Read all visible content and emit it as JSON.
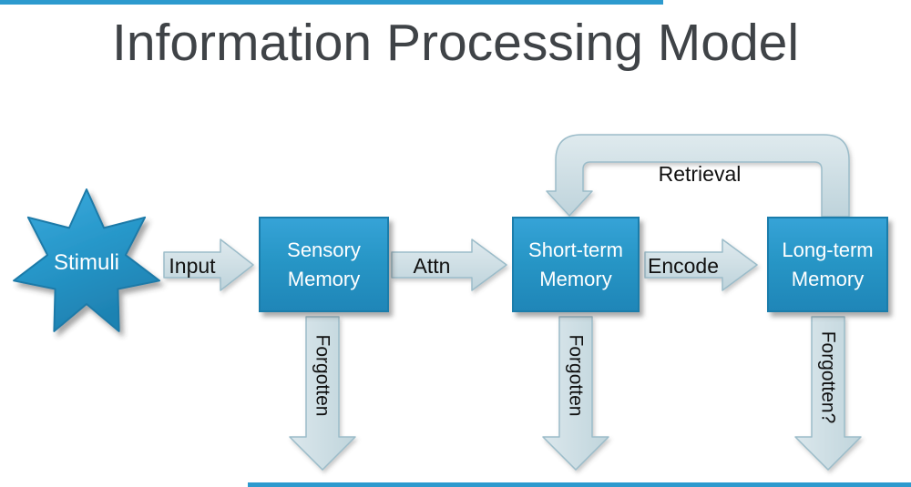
{
  "title": "Information Processing Model",
  "stages": {
    "stimuli": {
      "label": "Stimuli"
    },
    "sensory_memory": {
      "line1": "Sensory",
      "line2": "Memory"
    },
    "short_term_memory": {
      "line1": "Short-term",
      "line2": "Memory"
    },
    "long_term_memory": {
      "line1": "Long-term",
      "line2": "Memory"
    }
  },
  "arrows": {
    "input": {
      "label": "Input"
    },
    "attention": {
      "label": "Attn"
    },
    "encode": {
      "label": "Encode"
    },
    "retrieval": {
      "label": "Retrieval"
    },
    "forgotten_sensory": {
      "label": "Forgotten"
    },
    "forgotten_short_term": {
      "label": "Forgotten"
    },
    "forgotten_long_term": {
      "label": "Forgotten?"
    }
  },
  "colors": {
    "node_blue": "#2796c6",
    "node_blue_light": "#36a3d7",
    "node_border": "#1b7dab",
    "light_arrow_fill": "#ccdde3",
    "light_arrow_border": "#9bbcc9",
    "accent_bar": "#2d9ace",
    "title_text": "#3f4347",
    "label_text": "#111111"
  }
}
